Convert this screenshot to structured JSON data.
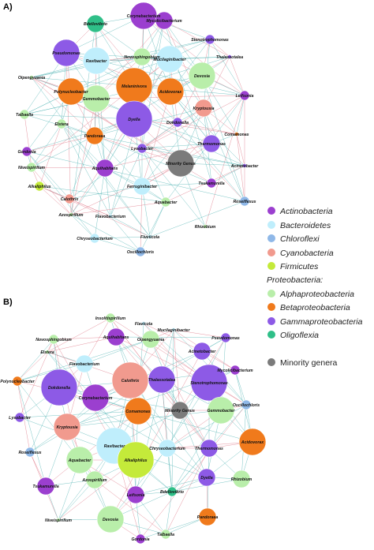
{
  "panels": [
    {
      "label": "A)",
      "nodes": [
        {
          "label": "Corynebacterium",
          "group": "actino",
          "size": "L"
        },
        {
          "label": "Bdellovibrio",
          "group": "oligo",
          "size": "M"
        },
        {
          "label": "Mycolicibacterium",
          "group": "actino",
          "size": "M"
        },
        {
          "label": "Stenotrophomonas",
          "group": "gamma",
          "size": "S"
        },
        {
          "label": "Pseudomonas",
          "group": "gamma",
          "size": "L"
        },
        {
          "label": "Ravibacter",
          "group": "bacteroid",
          "size": "L"
        },
        {
          "label": "Novosphingobium",
          "group": "alpha",
          "size": "M"
        },
        {
          "label": "Mucilaginibacter",
          "group": "bacteroid",
          "size": "L"
        },
        {
          "label": "Thalassotalea",
          "group": "gamma",
          "size": "T"
        },
        {
          "label": "Devosia",
          "group": "alpha",
          "size": "L"
        },
        {
          "label": "Oipengyuania",
          "group": "alpha",
          "size": "T"
        },
        {
          "label": "Melaninivora",
          "group": "beta",
          "size": "XL"
        },
        {
          "label": "Acidovorax",
          "group": "beta",
          "size": "L"
        },
        {
          "label": "Polynucleobacter",
          "group": "beta",
          "size": "L"
        },
        {
          "label": "Leifsonia",
          "group": "actino",
          "size": "S"
        },
        {
          "label": "Kryptousia",
          "group": "cyano",
          "size": "M"
        },
        {
          "label": "Gemmobacter",
          "group": "alpha",
          "size": "L"
        },
        {
          "label": "Talbaella",
          "group": "alpha",
          "size": "S"
        },
        {
          "label": "Dyella",
          "group": "gamma",
          "size": "XL"
        },
        {
          "label": "Dokdonella",
          "group": "gamma",
          "size": "S"
        },
        {
          "label": "Elstera",
          "group": "alpha",
          "size": "S"
        },
        {
          "label": "Comamonas",
          "group": "beta",
          "size": "T"
        },
        {
          "label": "Gordonia",
          "group": "actino",
          "size": "S"
        },
        {
          "label": "Pandoraea",
          "group": "beta",
          "size": "M"
        },
        {
          "label": "Thermomonas",
          "group": "gamma",
          "size": "M"
        },
        {
          "label": "Lysobacter",
          "group": "gamma",
          "size": "S"
        },
        {
          "label": "Niveispirillum",
          "group": "alpha",
          "size": "S"
        },
        {
          "label": "Minority Genus",
          "group": "minority",
          "size": "L"
        },
        {
          "label": "Aquihabitans",
          "group": "actino",
          "size": "M"
        },
        {
          "label": "Acinetobacter",
          "group": "gamma",
          "size": "T"
        },
        {
          "label": "Alkaliphilus",
          "group": "firm",
          "size": "S"
        },
        {
          "label": "Tsukamurella",
          "group": "actino",
          "size": "S"
        },
        {
          "label": "Ferruginibacter",
          "group": "bacteroid",
          "size": "M"
        },
        {
          "label": "Calothrix",
          "group": "cyano",
          "size": "S"
        },
        {
          "label": "Aquabacter",
          "group": "alpha",
          "size": "S"
        },
        {
          "label": "Roseiflexus",
          "group": "chloro",
          "size": "S"
        },
        {
          "label": "Azospirillum",
          "group": "alpha",
          "size": "T"
        },
        {
          "label": "Flavobacterium",
          "group": "bacteroid",
          "size": "T"
        },
        {
          "label": "Rhizobium",
          "group": "alpha",
          "size": "T"
        },
        {
          "label": "Chryseobacterium",
          "group": "bacteroid",
          "size": "S"
        },
        {
          "label": "Fluviicola",
          "group": "bacteroid",
          "size": "T"
        },
        {
          "label": "Oscillochloris",
          "group": "chloro",
          "size": "S"
        }
      ]
    },
    {
      "label": "B)",
      "nodes": [
        {
          "label": "Insolitispirillum",
          "group": "alpha",
          "size": "S"
        },
        {
          "label": "Flavicola",
          "group": "bacteroid",
          "size": "T"
        },
        {
          "label": "Novosphingobium",
          "group": "alpha",
          "size": "S"
        },
        {
          "label": "Mucilaginibacter",
          "group": "bacteroid",
          "size": "T"
        },
        {
          "label": "Aquihabitans",
          "group": "actino",
          "size": "M"
        },
        {
          "label": "Oipengyuania",
          "group": "alpha",
          "size": "M"
        },
        {
          "label": "Pseudomonas",
          "group": "gamma",
          "size": "S"
        },
        {
          "label": "Elstera",
          "group": "alpha",
          "size": "T"
        },
        {
          "label": "Acinetobacter",
          "group": "gamma",
          "size": "M"
        },
        {
          "label": "Flavobacterium",
          "group": "bacteroid",
          "size": "M"
        },
        {
          "label": "Mycolicibacterium",
          "group": "actino",
          "size": "S"
        },
        {
          "label": "Polynucleobacter",
          "group": "beta",
          "size": "S"
        },
        {
          "label": "Calothrix",
          "group": "cyano",
          "size": "XL"
        },
        {
          "label": "Thalassotalea",
          "group": "gamma",
          "size": "L"
        },
        {
          "label": "Dokdonella",
          "group": "gamma",
          "size": "XL"
        },
        {
          "label": "Stenotrophomonas",
          "group": "gamma",
          "size": "XL"
        },
        {
          "label": "Corynebacterium",
          "group": "actino",
          "size": "L"
        },
        {
          "label": "Gemmobacter",
          "group": "alpha",
          "size": "L"
        },
        {
          "label": "Oscillochloris",
          "group": "chloro",
          "size": "S"
        },
        {
          "label": "Comamonas",
          "group": "beta",
          "size": "L"
        },
        {
          "label": "Minority Genus",
          "group": "minority",
          "size": "M"
        },
        {
          "label": "Lysobacter",
          "group": "gamma",
          "size": "S"
        },
        {
          "label": "Kryptousia",
          "group": "cyano",
          "size": "L"
        },
        {
          "label": "Ravibacter",
          "group": "bacteroid",
          "size": "XL"
        },
        {
          "label": "Chryseobacterium",
          "group": "bacteroid",
          "size": "M"
        },
        {
          "label": "Thermomonas",
          "group": "gamma",
          "size": "M"
        },
        {
          "label": "Acidovorax",
          "group": "beta",
          "size": "L"
        },
        {
          "label": "Roseiflexus",
          "group": "chloro",
          "size": "S"
        },
        {
          "label": "Aquabacter",
          "group": "alpha",
          "size": "L"
        },
        {
          "label": "Alkaliphilus",
          "group": "firm",
          "size": "XL"
        },
        {
          "label": "Azospirillum",
          "group": "alpha",
          "size": "M"
        },
        {
          "label": "Dyella",
          "group": "gamma",
          "size": "M"
        },
        {
          "label": "Rhizobium",
          "group": "alpha",
          "size": "M"
        },
        {
          "label": "Tsukamurella",
          "group": "actino",
          "size": "M"
        },
        {
          "label": "Bdellovibrio",
          "group": "oligo",
          "size": "S"
        },
        {
          "label": "Leifsonia",
          "group": "actino",
          "size": "M"
        },
        {
          "label": "Niveispirillum",
          "group": "alpha",
          "size": "T"
        },
        {
          "label": "Devosia",
          "group": "alpha",
          "size": "L"
        },
        {
          "label": "Pandoraea",
          "group": "beta",
          "size": "M"
        },
        {
          "label": "Gordonia",
          "group": "actino",
          "size": "S"
        },
        {
          "label": "Talbaella",
          "group": "alpha",
          "size": "S"
        }
      ]
    }
  ],
  "legend": {
    "items": [
      {
        "key": "actino",
        "label": "Actinobacteria",
        "color": "#9b3fcf"
      },
      {
        "key": "bacteroid",
        "label": "Bacteroidetes",
        "color": "#bfeefc"
      },
      {
        "key": "chloro",
        "label": "Chloroflexi",
        "color": "#8fb8e8"
      },
      {
        "key": "cyano",
        "label": "Cyanobacteria",
        "color": "#f19a8e"
      },
      {
        "key": "firm",
        "label": "Firmicutes",
        "color": "#c4ea3a"
      },
      {
        "key": "proteo",
        "label": "Proteobacteria:",
        "color": null
      },
      {
        "key": "alpha",
        "label": "Alphaproteobacteria",
        "color": "#b9eeaa"
      },
      {
        "key": "beta",
        "label": "Betaproteobacteria",
        "color": "#f07a1c"
      },
      {
        "key": "gamma",
        "label": "Gammaproteobacteria",
        "color": "#8d5ae6"
      },
      {
        "key": "oligo",
        "label": "Oligoflexia",
        "color": "#2fbf88"
      },
      {
        "key": "minority",
        "label": "Minority genera",
        "color": "#7b7b7b"
      }
    ]
  },
  "colors": {
    "actino": "#9b3fcf",
    "bacteroid": "#bfeefc",
    "chloro": "#8fb8e8",
    "cyano": "#f19a8e",
    "firm": "#c4ea3a",
    "alpha": "#b9eeaa",
    "beta": "#f07a1c",
    "gamma": "#8d5ae6",
    "oligo": "#2fbf88",
    "minority": "#7b7b7b",
    "edge_positive": "#5ab8b8",
    "edge_negative": "#e07a8a"
  }
}
